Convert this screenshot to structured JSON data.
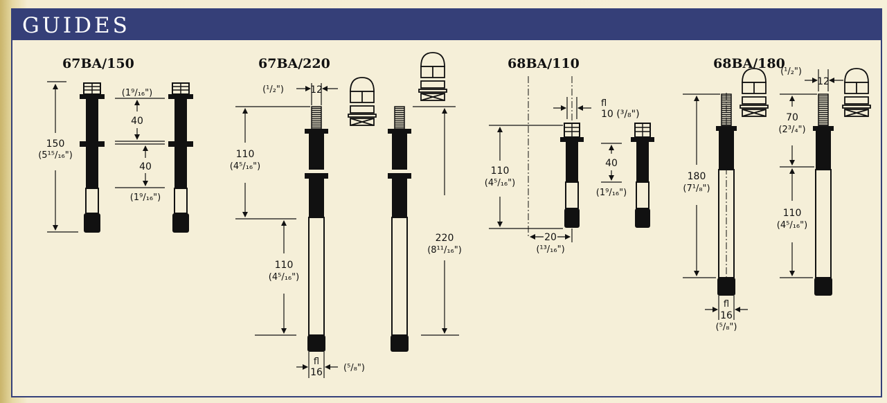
{
  "header": {
    "title": "GUIDES"
  },
  "models": [
    {
      "id": "67BA/150",
      "dims": {
        "length": "150",
        "length_in": "(5¹⁵/₁₆\")",
        "spacing_a": "40",
        "spacing_b": "40",
        "spacing_in_a": "(1⁹/₁₆\")",
        "spacing_in_b": "(1⁹/₁₆\")"
      }
    },
    {
      "id": "67BA/220",
      "dims": {
        "thread": "12",
        "thread_in": "(¹/₂\")",
        "upper": "110",
        "upper_in": "(4⁵/₁₆\")",
        "lower": "110",
        "lower_in": "(4⁵/₁₆\")",
        "total": "220",
        "total_in": "(8¹¹/₁₆\")",
        "dia_symbol": "fl",
        "dia": "16",
        "dia_in": "(⁵/₈\")"
      }
    },
    {
      "id": "68BA/110",
      "dims": {
        "dia_symbol": "fl",
        "thread": "10 (³/₈\")",
        "length": "110",
        "length_in": "(4⁵/₁₆\")",
        "offset": "20",
        "offset_in": "(¹³/₁₆\")",
        "spacing": "40",
        "spacing_in": "(1⁹/₁₆\")"
      }
    },
    {
      "id": "68BA/180",
      "dims": {
        "thread": "12",
        "thread_in": "(¹/₂\")",
        "upper": "70",
        "upper_in": "(2³/₄\")",
        "total": "180",
        "total_in": "(7¹/₈\")",
        "lower": "110",
        "lower_in": "(4⁵/₁₆\")",
        "dia_symbol": "fl",
        "dia": "16",
        "dia_in": "(⁵/₈\")"
      }
    }
  ]
}
